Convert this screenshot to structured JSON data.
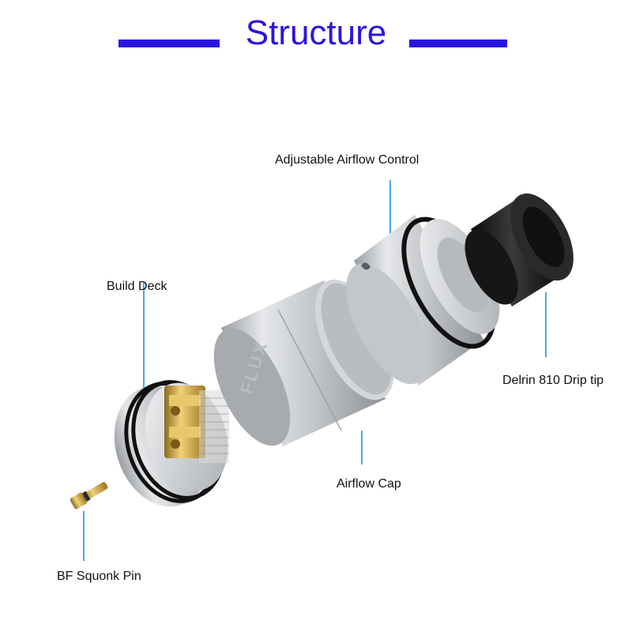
{
  "title": "Structure",
  "labels": {
    "adjustable_airflow_control": "Adjustable Airflow Control",
    "build_deck": "Build Deck",
    "delrin_drip_tip": "Delrin 810 Drip tip",
    "airflow_cap": "Airflow Cap",
    "bf_squonk_pin": "BF Squonk Pin"
  },
  "engraving": "FLUX",
  "colors": {
    "title_blue": "#2a14e0",
    "leader_line": "#4aa8e8",
    "steel": "#c9ccd0",
    "brass": "#c9a43c",
    "delrin": "#1b1b1b"
  }
}
